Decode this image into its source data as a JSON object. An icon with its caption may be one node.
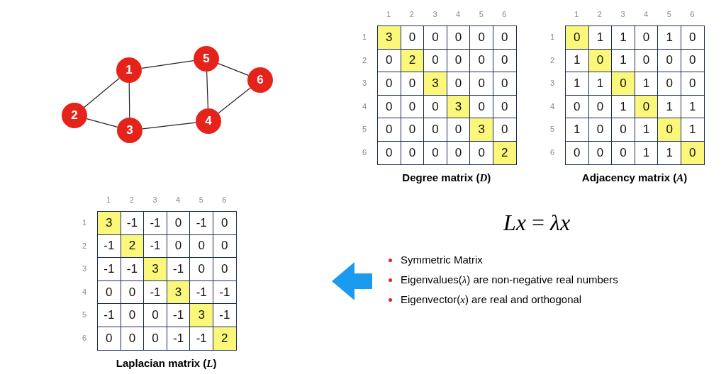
{
  "diagram": {
    "nodes": [
      {
        "text": [
          "1"
        ]
      },
      {
        "text": [
          "2"
        ]
      },
      {
        "text": [
          "3"
        ]
      },
      {
        "text": [
          "4"
        ]
      },
      {
        "text": [
          "5"
        ]
      },
      {
        "text": [
          "6"
        ]
      }
    ],
    "edges": [
      {
        "from": 0,
        "to": 1,
        "arrow": "none"
      },
      {
        "from": 0,
        "to": 2,
        "arrow": "none"
      },
      {
        "from": 0,
        "to": 4,
        "arrow": "none"
      },
      {
        "from": 1,
        "to": 2,
        "arrow": "none"
      },
      {
        "from": 2,
        "to": 3,
        "arrow": "none"
      },
      {
        "from": 3,
        "to": 4,
        "arrow": "none"
      },
      {
        "from": 3,
        "to": 5,
        "arrow": "none"
      },
      {
        "from": 4,
        "to": 5,
        "arrow": "none"
      }
    ],
    "labels": [
      "1",
      "2",
      "3",
      "4",
      "5",
      "6",
      "1",
      "3",
      "0",
      "0",
      "0",
      "0",
      "0",
      "2",
      "0",
      "2",
      "0",
      "0",
      "0",
      "0",
      "3",
      "0",
      "0",
      "3",
      "0",
      "0",
      "0",
      "4",
      "0",
      "0",
      "0",
      "3",
      "0",
      "0",
      "5",
      "0",
      "0",
      "0",
      "0",
      "3",
      "0",
      "6",
      "0",
      "0",
      "0",
      "0",
      "0",
      "2",
      "Degree matrix (*D*)",
      "1",
      "2",
      "3",
      "4",
      "5",
      "6",
      "1",
      "0",
      "1",
      "1",
      "0",
      "1",
      "0",
      "2",
      "1",
      "0",
      "1",
      "0",
      "0",
      "0",
      "3",
      "1",
      "1",
      "0",
      "1",
      "0",
      "0",
      "4",
      "0",
      "0",
      "1",
      "0",
      "1",
      "1",
      "5",
      "1",
      "0",
      "0",
      "1",
      "0",
      "1",
      "6",
      "0",
      "0",
      "0",
      "1",
      "1",
      "0",
      "Adjacency matrix (*A*)",
      "1",
      "2",
      "3",
      "4",
      "5",
      "6",
      "1",
      "3",
      "-1",
      "-1",
      "0",
      "-1",
      "0",
      "2",
      "-1",
      "2",
      "-1",
      "0",
      "0",
      "0",
      "3",
      "-1",
      "-1",
      "3",
      "-1",
      "0",
      "0",
      "4",
      "0",
      "0",
      "-1",
      "3",
      "-1",
      "-1",
      "5",
      "-1",
      "0",
      "0",
      "-1",
      "3",
      "-1",
      "6",
      "0",
      "0",
      "0",
      "-1",
      "-1",
      "2",
      "Laplacian matrix (*L*)",
      "*Lx* = *λx*",
      "Symmetric Matrix",
      "Eigenvalues(*λ*) are non-negative real numbers",
      "Eigenvector(*x*) are real and orthogonal"
    ]
  }
}
